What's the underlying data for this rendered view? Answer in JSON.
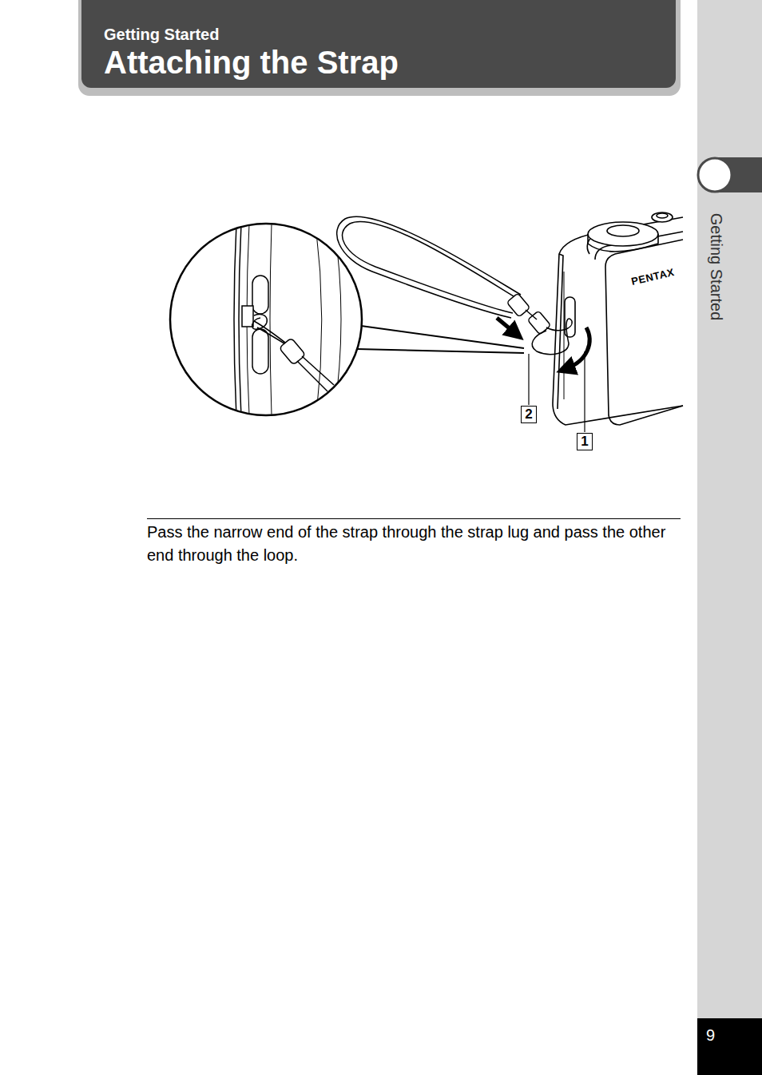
{
  "diagram": {
    "title": "Attaching the Strap",
    "labels": [
      "Getting Started",
      "Getting Started",
      "PENTAX",
      "2",
      "1",
      "Pass the narrow end of the strap through the strap lug and pass the other end through the loop.",
      "9"
    ]
  }
}
